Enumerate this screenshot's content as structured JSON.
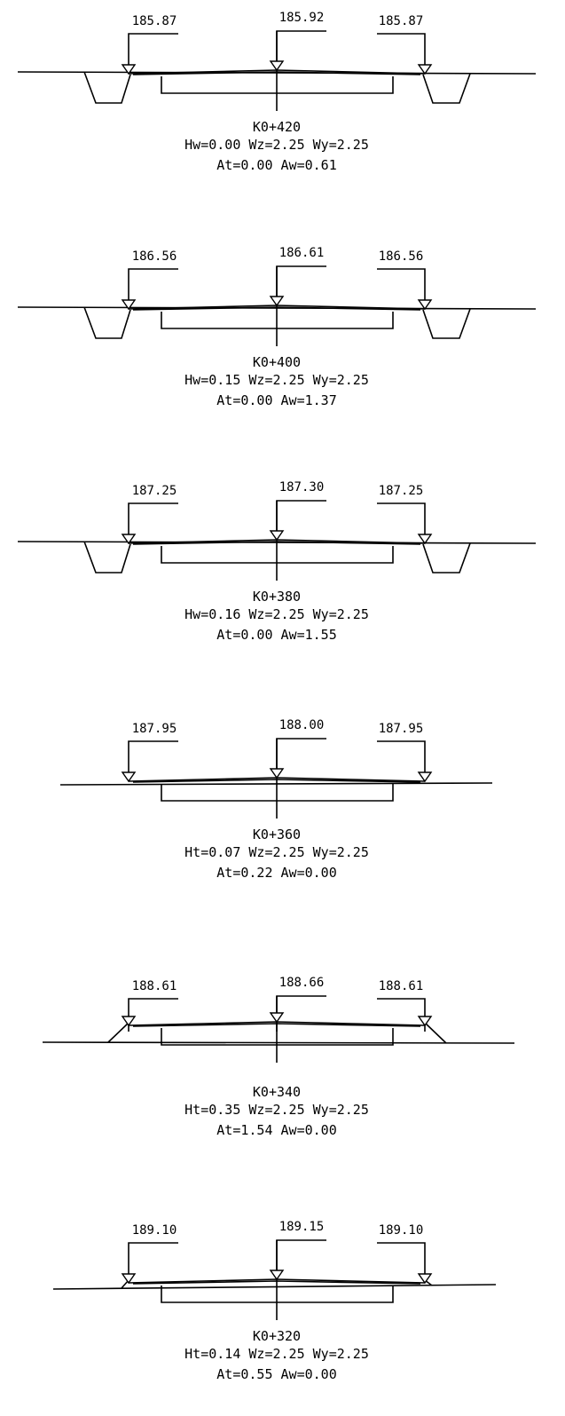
{
  "sections": [
    {
      "station": "K0+420",
      "params_line1": "Hw=0.00 Wz=2.25 Wy=2.25",
      "params_line2": "At=0.00 Aw=0.61",
      "elev_left": "185.87",
      "elev_center": "185.92",
      "elev_right": "185.87",
      "profile": "cut"
    },
    {
      "station": "K0+400",
      "params_line1": "Hw=0.15 Wz=2.25 Wy=2.25",
      "params_line2": "At=0.00 Aw=1.37",
      "elev_left": "186.56",
      "elev_center": "186.61",
      "elev_right": "186.56",
      "profile": "cut"
    },
    {
      "station": "K0+380",
      "params_line1": "Hw=0.16 Wz=2.25 Wy=2.25",
      "params_line2": "At=0.00 Aw=1.55",
      "elev_left": "187.25",
      "elev_center": "187.30",
      "elev_right": "187.25",
      "profile": "cut"
    },
    {
      "station": "K0+360",
      "params_line1": "Ht=0.07 Wz=2.25 Wy=2.25",
      "params_line2": "At=0.22 Aw=0.00",
      "elev_left": "187.95",
      "elev_center": "188.00",
      "elev_right": "187.95",
      "profile": "flat"
    },
    {
      "station": "K0+340",
      "params_line1": "Ht=0.35 Wz=2.25 Wy=2.25",
      "params_line2": "At=1.54 Aw=0.00",
      "elev_left": "188.61",
      "elev_center": "188.66",
      "elev_right": "188.61",
      "profile": "fill"
    },
    {
      "station": "K0+320",
      "params_line1": "Ht=0.14 Wz=2.25 Wy=2.25",
      "params_line2": "At=0.55 Aw=0.00",
      "elev_left": "189.10",
      "elev_center": "189.15",
      "elev_right": "189.10",
      "profile": "flat-fill"
    }
  ]
}
